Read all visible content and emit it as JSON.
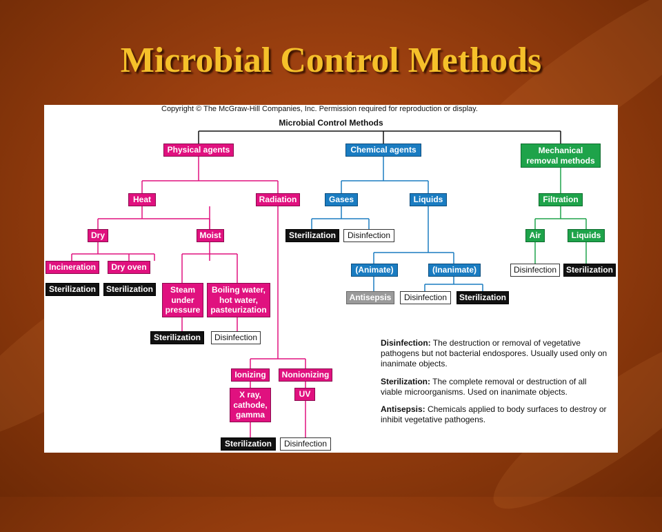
{
  "slide": {
    "title": "Microbial Control Methods"
  },
  "figure": {
    "copyright": "Copyright © The McGraw-Hill Companies, Inc. Permission required for reproduction or display.",
    "title": "Microbial Control Methods",
    "nodes": {
      "physical_agents": "Physical agents",
      "chemical_agents": "Chemical agents",
      "mechanical_removal": "Mechanical\nremoval methods",
      "heat": "Heat",
      "radiation": "Radiation",
      "gases": "Gases",
      "liquids": "Liquids",
      "filtration": "Filtration",
      "dry": "Dry",
      "moist": "Moist",
      "gases_sterilization": "Sterilization",
      "gases_disinfection": "Disinfection",
      "air": "Air",
      "filter_liquids": "Liquids",
      "incineration": "Incineration",
      "dry_oven": "Dry oven",
      "animate": "(Animate)",
      "inanimate": "(Inanimate)",
      "air_disinfection": "Disinfection",
      "filter_liquids_sterilization": "Sterilization",
      "incineration_sterilization": "Sterilization",
      "dry_oven_sterilization": "Sterilization",
      "steam": "Steam\nunder\npressure",
      "boiling": "Boiling water,\nhot water,\npasteurization",
      "antisepsis": "Antisepsis",
      "inanimate_disinfection": "Disinfection",
      "inanimate_sterilization": "Sterilization",
      "steam_sterilization": "Sterilization",
      "boiling_disinfection": "Disinfection",
      "ionizing": "Ionizing",
      "nonionizing": "Nonionizing",
      "xray": "X ray,\ncathode,\ngamma",
      "uv": "UV",
      "ionizing_sterilization": "Sterilization",
      "nonionizing_disinfection": "Disinfection"
    },
    "definitions": [
      {
        "term": "Disinfection:",
        "text": " The destruction or removal of vegetative pathogens but not bacterial endospores. Usually used only on inanimate objects."
      },
      {
        "term": "Sterilization:",
        "text": " The complete removal or destruction of all viable microorganisms. Used on inanimate objects."
      },
      {
        "term": "Antisepsis:",
        "text": " Chemicals applied to body surfaces to destroy or inhibit vegetative pathogens."
      }
    ]
  },
  "colors": {
    "physical": "#e0117f",
    "chemical": "#1a7cc1",
    "mechanical": "#1ea34a",
    "title_text": "#f5c02a"
  }
}
